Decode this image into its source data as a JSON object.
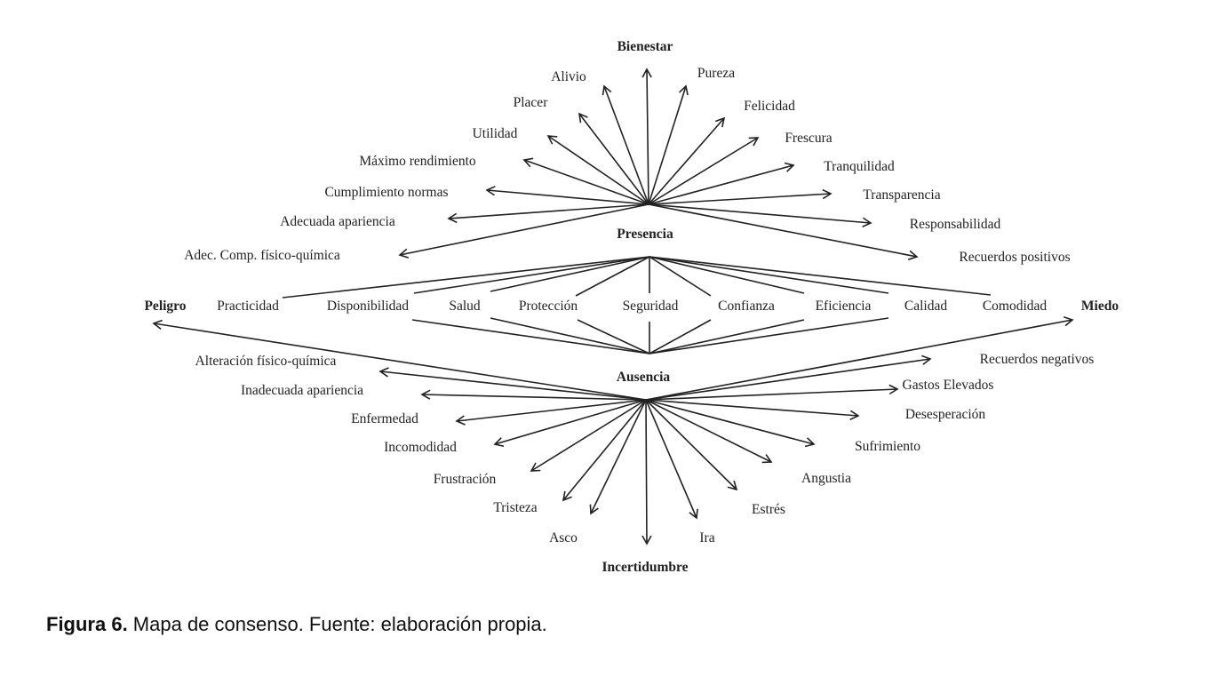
{
  "diagram": {
    "nodes": {
      "top": "Bienestar",
      "presence": "Presencia",
      "absence": "Ausencia",
      "bottom": "Incertidumbre",
      "left": "Peligro",
      "right": "Miedo"
    },
    "bienestar_branches": [
      "Alivio",
      "Pureza",
      "Placer",
      "Felicidad",
      "Utilidad",
      "Frescura",
      "Máximo rendimiento",
      "Tranquilidad",
      "Cumplimiento normas",
      "Transparencia",
      "Adecuada apariencia",
      "Responsabilidad",
      "Adec. Comp. físico-química",
      "Recuerdos positivos"
    ],
    "shared_attributes": [
      "Practicidad",
      "Disponibilidad",
      "Salud",
      "Protección",
      "Seguridad",
      "Confianza",
      "Eficiencia",
      "Calidad",
      "Comodidad"
    ],
    "incertidumbre_branches": [
      "Alteración físico-química",
      "Inadecuada apariencia",
      "Enfermedad",
      "Incomodidad",
      "Frustración",
      "Tristeza",
      "Asco",
      "Ira",
      "Estrés",
      "Angustia",
      "Sufrimiento",
      "Desesperación",
      "Gastos Elevados",
      "Recuerdos negativos"
    ]
  },
  "caption": {
    "label": "Figura 6.",
    "text": " Mapa de consenso. Fuente: elaboración propia."
  }
}
